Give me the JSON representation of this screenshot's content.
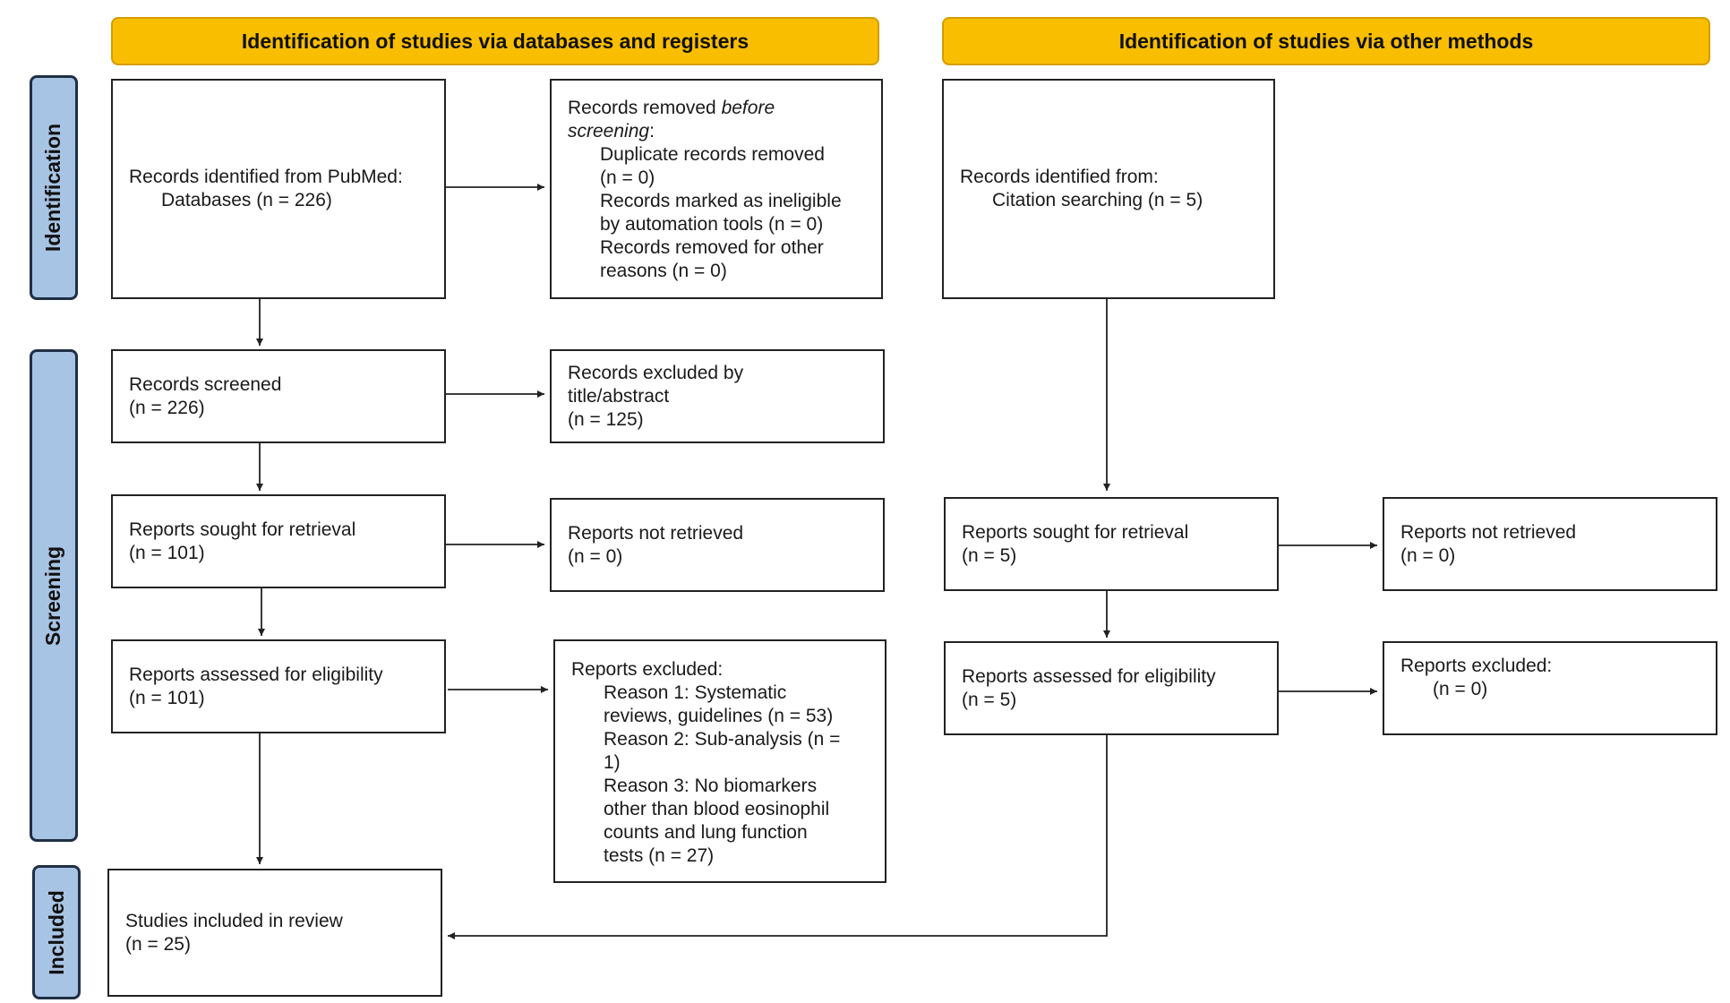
{
  "headers": {
    "left": "Identification of studies via databases and registers",
    "right": "Identification of studies via other methods"
  },
  "phases": {
    "identification": "Identification",
    "screening": "Screening",
    "included": "Included"
  },
  "db": {
    "identified": {
      "line1": "Records identified from PubMed:",
      "line2": "Databases (n = 226)"
    },
    "removed": {
      "line1_pre": "Records removed ",
      "line1_em": "before",
      "line2_em": "screening",
      "line2_post": ":",
      "dup_a": "Duplicate records removed",
      "dup_b": "(n = 0)",
      "auto_a": "Records marked as ineligible",
      "auto_b": "by automation tools (n = 0)",
      "other_a": "Records removed for other",
      "other_b": "reasons (n = 0)"
    },
    "screened": {
      "line1": "Records screened",
      "line2": "(n = 226)"
    },
    "excluded": {
      "line1": "Records excluded by",
      "line2": "title/abstract",
      "line3": "(n = 125)"
    },
    "sought": {
      "line1": "Reports sought for retrieval",
      "line2": "(n = 101)"
    },
    "not_retrieved": {
      "line1": "Reports not retrieved",
      "line2": "(n = 0)"
    },
    "assessed": {
      "line1": "Reports assessed for eligibility",
      "line2": "(n = 101)"
    },
    "reports_excluded": {
      "title": "Reports excluded:",
      "r1a": "Reason 1: Systematic",
      "r1b": "reviews, guidelines (n = 53)",
      "r2a": "Reason 2: Sub-analysis (n =",
      "r2b": "1)",
      "r3a": "Reason 3: No biomarkers",
      "r3b": "other than blood eosinophil",
      "r3c": "counts and lung function",
      "r3d": "tests (n = 27)"
    },
    "included": {
      "line1": "Studies included in review",
      "line2": "(n = 25)"
    }
  },
  "other": {
    "identified": {
      "line1": "Records identified from:",
      "line2": "Citation searching (n = 5)"
    },
    "sought": {
      "line1": "Reports sought for retrieval",
      "line2": "(n = 5)"
    },
    "not_retrieved": {
      "line1": "Reports not retrieved",
      "line2": "(n = 0)"
    },
    "assessed": {
      "line1": "Reports assessed for eligibility",
      "line2": "(n = 5)"
    },
    "excluded": {
      "line1": "Reports excluded:",
      "line2": "(n = 0)"
    }
  },
  "colors": {
    "header_fill": "#f9be00",
    "phase_fill": "#a8c4e4",
    "line": "#222222"
  }
}
